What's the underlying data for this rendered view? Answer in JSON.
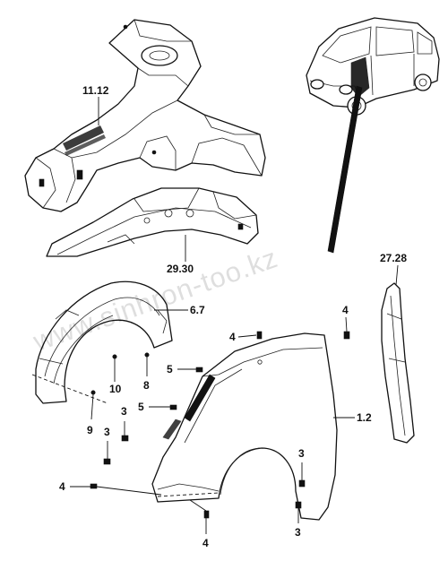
{
  "watermark": "www.sinhron-too.kz",
  "callouts": {
    "c_11_12": "11.12",
    "c_29_30": "29.30",
    "c_27_28": "27.28",
    "c_6_7": "6.7",
    "c_1_2": "1.2",
    "c_4a": "4",
    "c_4b": "4",
    "c_4c": "4",
    "c_4d": "4",
    "c_5a": "5",
    "c_5b": "5",
    "c_3a": "3",
    "c_3b": "3",
    "c_3c": "3",
    "c_3d": "3",
    "c_8": "8",
    "c_9": "9",
    "c_10": "10"
  },
  "icons": {
    "car": "hatchback-car-icon",
    "frame_rail": "front-frame-rail-icon",
    "reinforcement": "apron-reinforcement-icon",
    "liner": "wheelhouse-liner-icon",
    "fender": "front-fender-icon",
    "seal": "fender-seal-strip-icon"
  }
}
